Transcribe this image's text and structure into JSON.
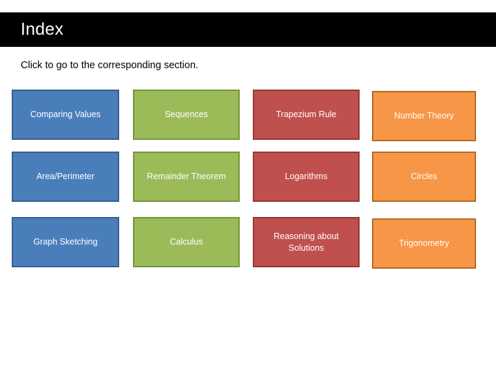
{
  "header": {
    "title": "Index",
    "bar_color": "#000000",
    "title_color": "#ffffff"
  },
  "subtitle": "Click to go to the corresponding section.",
  "theme_colors": {
    "blue_fill": "#4a7ebb",
    "blue_border": "#385d8a",
    "green_fill": "#9bbb59",
    "green_border": "#77933c",
    "red_fill": "#c0504d",
    "red_border": "#943634",
    "orange_fill": "#f79646",
    "orange_border": "#b26b22",
    "page_background": "#ffffff",
    "label_color": "#ffffff"
  },
  "grid": {
    "columns": 4,
    "rows": 3,
    "items": [
      {
        "label": "Comparing Values",
        "color": "blue",
        "row": 1,
        "col": 1
      },
      {
        "label": "Sequences",
        "color": "green",
        "row": 1,
        "col": 2
      },
      {
        "label": "Trapezium Rule",
        "color": "red",
        "row": 1,
        "col": 3
      },
      {
        "label": "Number Theory",
        "color": "orange",
        "row": 1,
        "col": 4
      },
      {
        "label": "Area/Perimeter",
        "color": "blue",
        "row": 2,
        "col": 1
      },
      {
        "label": "Remainder Theorem",
        "color": "green",
        "row": 2,
        "col": 2
      },
      {
        "label": "Logarithms",
        "color": "red",
        "row": 2,
        "col": 3
      },
      {
        "label": "Circles",
        "color": "orange",
        "row": 2,
        "col": 4
      },
      {
        "label": "Graph Sketching",
        "color": "blue",
        "row": 3,
        "col": 1
      },
      {
        "label": "Calculus",
        "color": "green",
        "row": 3,
        "col": 2
      },
      {
        "label": "Reasoning about Solutions",
        "color": "red",
        "row": 3,
        "col": 3
      },
      {
        "label": "Trigonometry",
        "color": "orange",
        "row": 3,
        "col": 4
      }
    ]
  }
}
